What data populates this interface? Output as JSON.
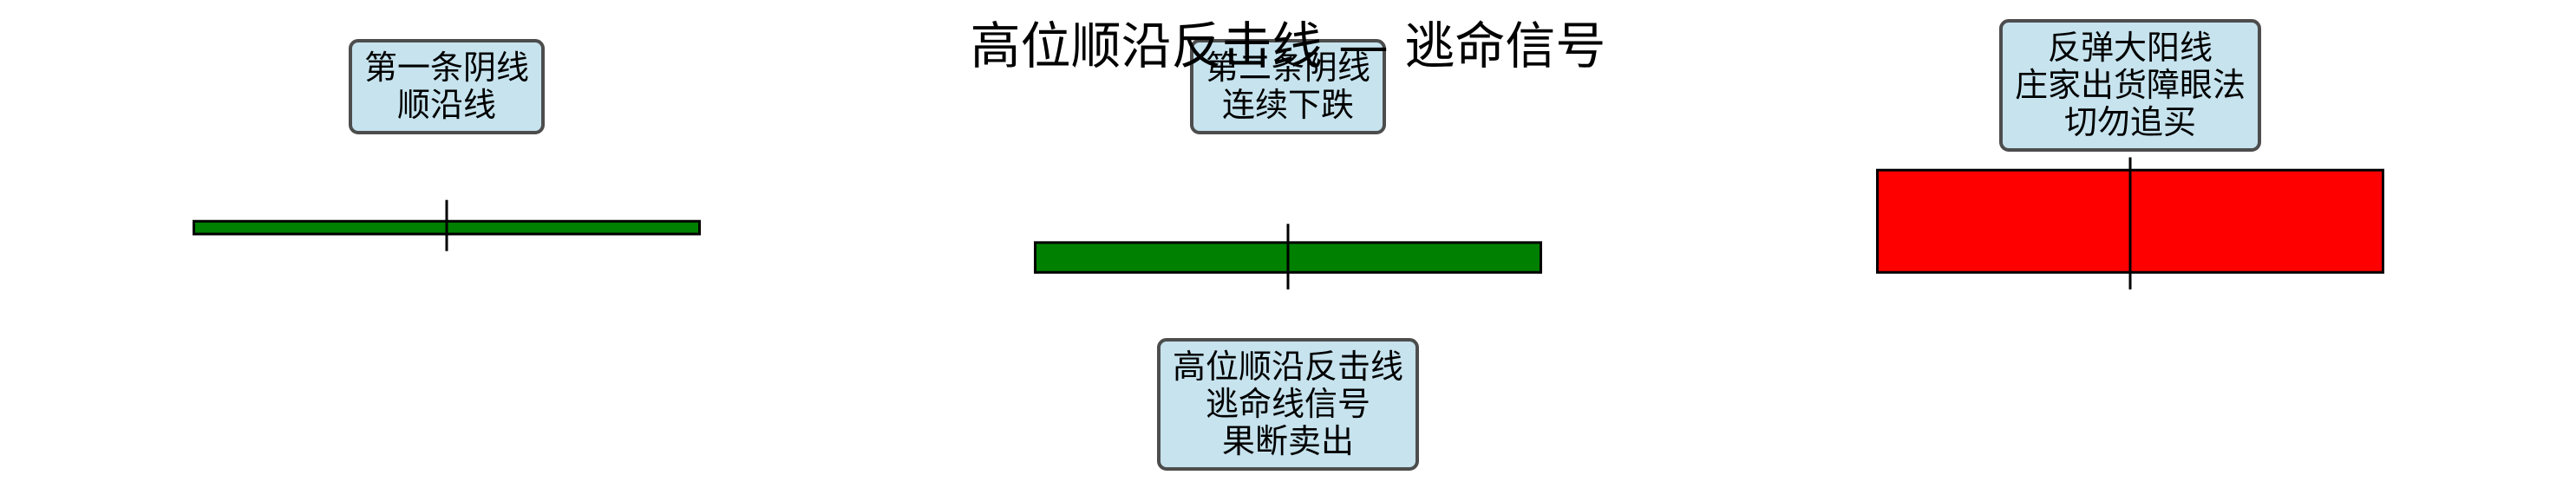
{
  "chart_data": {
    "type": "candlestick",
    "title": "高位顺沿反击线 — 逃命信号",
    "candles": [
      {
        "index": 0,
        "open": 9.85,
        "close": 9.7,
        "high": 10.1,
        "low": 9.5,
        "color": "#008000"
      },
      {
        "index": 1,
        "open": 9.6,
        "close": 9.25,
        "high": 9.82,
        "low": 9.05,
        "color": "#008000"
      },
      {
        "index": 2,
        "open": 9.25,
        "close": 10.45,
        "high": 10.6,
        "low": 9.05,
        "color": "#ff0000"
      }
    ],
    "annotations": [
      {
        "name": "annotation-first-bear",
        "candle": 0,
        "position": "above",
        "lines": [
          "第一条阴线",
          "顺沿线"
        ]
      },
      {
        "name": "annotation-second-bear",
        "candle": 1,
        "position": "above",
        "lines": [
          "第二条阴线",
          "连续下跌"
        ]
      },
      {
        "name": "annotation-sell-signal",
        "candle": 1,
        "position": "below",
        "lines": [
          "高位顺沿反击线",
          "逃命线信号",
          "果断卖出"
        ]
      },
      {
        "name": "annotation-rebound-bull",
        "candle": 2,
        "position": "above",
        "lines": [
          "反弹大阳线",
          "庄家出货障眼法",
          "切勿追买"
        ]
      }
    ],
    "colors": {
      "bear": "#008000",
      "bull": "#ff0000",
      "box_fill": "#c6e3ee",
      "box_border": "#4d4d4d"
    },
    "axes_visible": false,
    "grid": false,
    "legend": false
  }
}
